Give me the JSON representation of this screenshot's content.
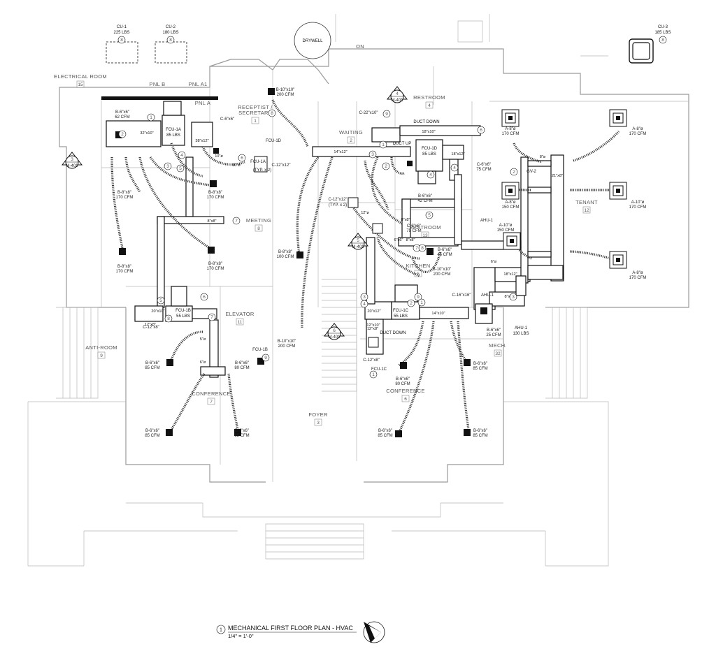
{
  "drawing": {
    "title": "MECHANICAL FIRST FLOOR PLAN - HVAC",
    "scale": "1/4\" = 1'-0\"",
    "title_number": "1"
  },
  "rooms": [
    {
      "name": "ELECTRICAL ROOM",
      "number": "15"
    },
    {
      "name": "RECEPTIST / SECRETARY",
      "number": "1"
    },
    {
      "name": "WAITING",
      "number": "2"
    },
    {
      "name": "RESTROOM",
      "number": "4"
    },
    {
      "name": "RESTROOM",
      "number": "13"
    },
    {
      "name": "TENANT",
      "number": "12"
    },
    {
      "name": "MEETING",
      "number": "8"
    },
    {
      "name": "KITCHEN",
      "number": "5"
    },
    {
      "name": "ELEVATOR",
      "number": "11"
    },
    {
      "name": "ANTI-ROOM",
      "number": "9"
    },
    {
      "name": "CONFERENCE",
      "number": "7"
    },
    {
      "name": "FOYER",
      "number": "3"
    },
    {
      "name": "CONFERENCE",
      "number": "6"
    },
    {
      "name": "MECH.",
      "number": "32"
    }
  ],
  "labels": {
    "drywell": "DRYWELL",
    "on": "ON",
    "pnl_b": "PNL B",
    "pnl_a1": "PNL A1",
    "pnl_a": "PNL A",
    "duct_down": "DUCT DOWN",
    "duct_up": "DUCT UP"
  },
  "condensing_units": [
    {
      "tag": "CU-1",
      "weight": "225 LBS",
      "key": "8"
    },
    {
      "tag": "CU-2",
      "weight": "180 LBS",
      "key": "8"
    },
    {
      "tag": "CU-3",
      "weight": "185 LBS",
      "key": "8"
    }
  ],
  "fan_coil_units": [
    {
      "tag": "FCU-1A",
      "weight": "85 LBS"
    },
    {
      "tag": "FCU-1B",
      "weight": "55 LBS"
    },
    {
      "tag": "FCU-1C",
      "weight": "55 LBS"
    },
    {
      "tag": "FCU-1D",
      "weight": "85 LBS"
    }
  ],
  "ahu": {
    "tag": "AHU-1",
    "weight": "130 LBS"
  },
  "section_markers": [
    {
      "number": "3",
      "sheet": "M-401"
    },
    {
      "number": "4",
      "sheet": "M-401"
    },
    {
      "number": "5",
      "sheet": "M-401"
    },
    {
      "number": "6",
      "sheet": "M-401"
    }
  ],
  "diffusers": [
    {
      "tag": "B-6\"x6\"",
      "cfm": "62 CFM"
    },
    {
      "tag": "B-8\"x8\"",
      "cfm": "170 CFM"
    },
    {
      "tag": "B-8\"x8\"",
      "cfm": "170 CFM"
    },
    {
      "tag": "B-8\"x8\"",
      "cfm": "170 CFM"
    },
    {
      "tag": "B-8\"x8\"",
      "cfm": "170 CFM"
    },
    {
      "tag": "B-10\"x10\"",
      "cfm": "200 CFM"
    },
    {
      "tag": "B-8\"x8\"",
      "cfm": "100 CFM"
    },
    {
      "tag": "B-10\"x10\"",
      "cfm": "200 CFM"
    },
    {
      "tag": "B-6\"x6\"",
      "cfm": "42 CFM"
    },
    {
      "tag": "B-6\"x6\"",
      "cfm": "45 CFM"
    },
    {
      "tag": "B-10\"x10\"",
      "cfm": "200 CFM"
    },
    {
      "tag": "B-6\"x6\"",
      "cfm": "85 CFM"
    },
    {
      "tag": "B-6\"x6\"",
      "cfm": "80 CFM"
    },
    {
      "tag": "B-6\"x6\"",
      "cfm": "85 CFM"
    },
    {
      "tag": "B-6\"x6\"",
      "cfm": "85 CFM"
    },
    {
      "tag": "B-6\"x6\"",
      "cfm": "80 CFM"
    },
    {
      "tag": "B-6\"x6\"",
      "cfm": "85 CFM"
    },
    {
      "tag": "B-6\"x6\"",
      "cfm": "85 CFM"
    },
    {
      "tag": "B-6\"x6\"",
      "cfm": "85 CFM"
    },
    {
      "tag": "B-6\"x6\"",
      "cfm": "25 CFM"
    },
    {
      "tag": "A-8\"ø",
      "cfm": "170 CFM"
    },
    {
      "tag": "A-8\"ø",
      "cfm": "170 CFM"
    },
    {
      "tag": "A-8\"ø",
      "cfm": "150 CFM"
    },
    {
      "tag": "A-10\"ø",
      "cfm": "170 CFM"
    },
    {
      "tag": "A-10\"ø",
      "cfm": "150 CFM"
    },
    {
      "tag": "A-8\"ø",
      "cfm": "170 CFM"
    },
    {
      "tag": "C-6\"x6\"",
      "cfm": "75 CFM"
    },
    {
      "tag": "C-6\"x6\"",
      "cfm": "75 CFM"
    }
  ],
  "returns": [
    "C-6\"x6\"",
    "C-12\"x12\"",
    "(TYP. x 2)",
    "C-22\"x10\"",
    "C-12\"x12\"",
    "(TYP. x 2)",
    "C-12\"x8\"",
    "C-12\"x8\"",
    "C-16\"x16\""
  ],
  "duct_sizes": [
    "32\"x10\"",
    "38\"x12\"",
    "10\"ø",
    "10\"ø",
    "8\"x8\"",
    "14\"x12\"",
    "18\"x10\"",
    "18\"x12\"",
    "8\"x8\"",
    "8\"x8\"",
    "6\"x6\"",
    "20\"x10\"",
    "20\"x12\"",
    "14\"x10\"",
    "12\"x10\"",
    "18\"x12\"",
    "12\"x8\"",
    "12\"x8\"",
    "21\"x8\"",
    "12\"ø",
    "8\"ø",
    "6\"ø",
    "5\"ø",
    "6\"ø",
    "8\"x8\""
  ],
  "keynotes": [
    "1",
    "2",
    "3",
    "4",
    "5",
    "6",
    "7",
    "8",
    "9"
  ],
  "misc": {
    "gv_2": "GV-2",
    "typ": "(TYP. x 2)"
  },
  "colors": {
    "line": "#111111",
    "wall": "#9a9a9a",
    "background": "#ffffff"
  }
}
